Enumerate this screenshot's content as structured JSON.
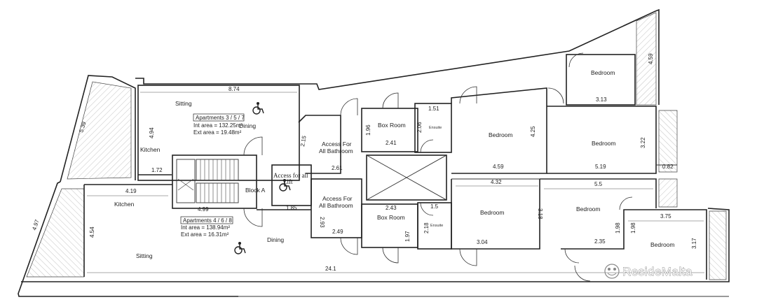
{
  "rooms": {
    "sitting_top": "Sitting",
    "dining_top": "Dining",
    "kitchen_top": "Kitchen",
    "access_bath_top": "Access For\nAll Bathroom",
    "box_room_top": "Box Room",
    "ensuite_top": "Ensuite",
    "bedroom_top_mid": "Bedroom",
    "bedroom_top_right_upper": "Bedroom",
    "bedroom_top_right_lower": "Bedroom",
    "block_a": "Block A",
    "lift": "Access for all\nLift",
    "kitchen_bottom": "Kitchen",
    "sitting_bottom": "Sitting",
    "dining_bottom": "Dining",
    "access_bath_bottom": "Access For\nAll Bathroom",
    "box_room_bottom": "Box Room",
    "ensuite_bottom": "Ensuite",
    "bedroom_bottom_mid": "Bedroom",
    "bedroom_bottom_right": "Bedroom",
    "bedroom_bottom_far_right": "Bedroom"
  },
  "apartments": {
    "upper": {
      "name": "Apartments 3 / 5 / 7",
      "int_area": "Int area  = 132.25m²",
      "ext_area": "Ext area = 19.48m²"
    },
    "lower": {
      "name": "Apartments 4 / 6 / 8",
      "int_area": "Int area  = 138.94m²",
      "ext_area": "Ext area = 16.31m²"
    }
  },
  "dimensions": {
    "d_874": "8.74",
    "d_494": "4.94",
    "d_539": "5.39",
    "d_172": "1.72",
    "d_196": "1.96",
    "d_241": "2.41",
    "d_206": "2.06",
    "d_151": "1.51",
    "d_215": "2.15",
    "d_261": "2.61",
    "d_459v": "4.59",
    "d_425": "4.25",
    "d_459h": "4.59",
    "d_313": "3.13",
    "d_322": "3.22",
    "d_519": "5.19",
    "d_082": "0.82",
    "d_419": "4.19",
    "d_499": "4.99",
    "d_185": "1.85",
    "d_293": "2.93",
    "d_243": "2.43",
    "d_15": "1.5",
    "d_432": "4.32",
    "d_55": "5.5",
    "d_318": "3.18",
    "d_375": "3.75",
    "d_198a": "1.98",
    "d_198b": "1.98",
    "d_317": "3.17",
    "d_497": "4.97",
    "d_454": "4.54",
    "d_249": "2.49",
    "d_197": "1.97",
    "d_218": "2.18",
    "d_304": "3.04",
    "d_235": "2.35",
    "d_241b": "24.1"
  },
  "watermark": "ResideMalta",
  "icons": {
    "accessibility": "wheelchair-icon",
    "stair": "staircase-icon",
    "lift": "lift-shaft-icon",
    "watermark_logo": "reside-logo-icon"
  },
  "colors": {
    "line": "#222222",
    "background": "#ffffff",
    "hatch": "#888888"
  }
}
